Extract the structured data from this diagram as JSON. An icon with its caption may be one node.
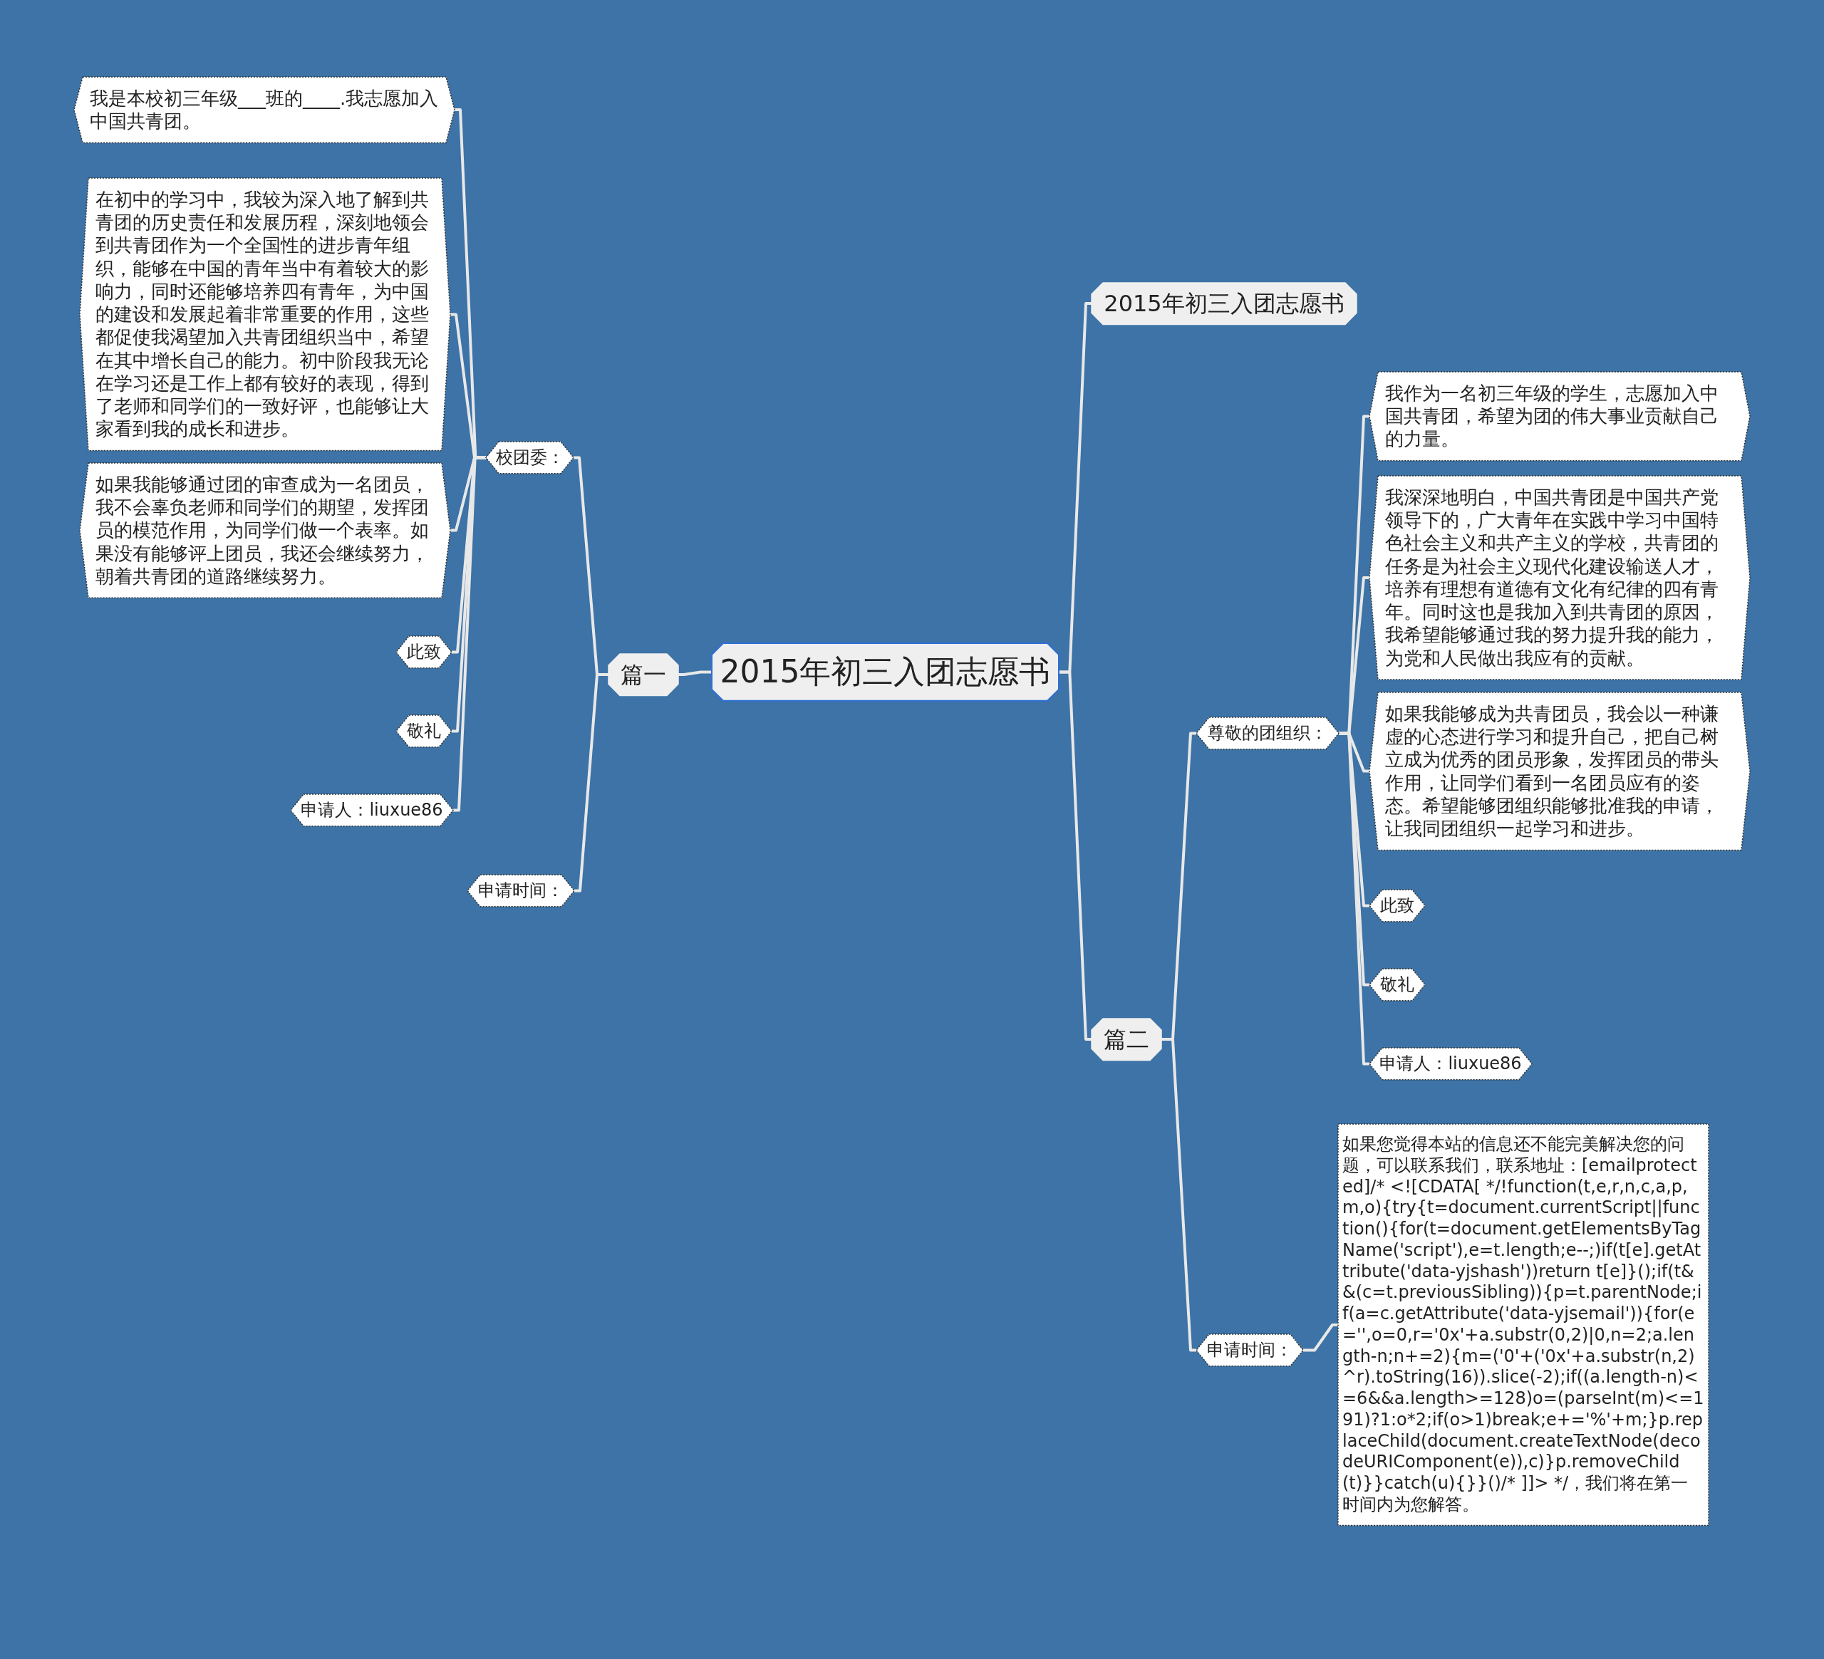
{
  "diagram": {
    "nodes": [
      {
        "text": [
          "2015年初三入团志愿书"
        ]
      },
      {
        "text": [
          "篇一"
        ]
      },
      {
        "text": [
          "校团委："
        ]
      },
      {
        "text": [
          "我是本校初三年级___班的____.我志愿加入中国共青团。"
        ]
      },
      {
        "text": [
          "在初中的学习中，我较为深入地了解到共青团的历史责任和发展历程，深刻地领会到共青团作为一个全国性的进步青年组织，能够在中国的青年当中有着较大的影响力，同时还能够培养四有青年，为中国的建设和发展起着非常重要的作用，这些都促使我渴望加入共青团组织当中，希望在其中增长自己的能力。初中阶段我无论在学习还是工作上都有较好的表现，得到了老师和同学们的一致好评，也能够让大家看到我的成长和进步。"
        ]
      },
      {
        "text": [
          "如果我能够通过团的审查成为一名团员，我不会辜负老师和同学们的期望，发挥团员的模范作用，为同学们做一个表率。如果没有能够评上团员，我还会继续努力，朝着共青团的道路继续努力。"
        ]
      },
      {
        "text": [
          "此致"
        ]
      },
      {
        "text": [
          "敬礼"
        ]
      },
      {
        "text": [
          "申请人：liuxue86"
        ]
      },
      {
        "text": [
          "申请时间："
        ]
      },
      {
        "text": [
          "2015年初三入团志愿书"
        ]
      },
      {
        "text": [
          "篇二"
        ]
      },
      {
        "text": [
          "尊敬的团组织："
        ]
      },
      {
        "text": [
          "我作为一名初三年级的学生，志愿加入中国共青团，希望为团的伟大事业贡献自己的力量。"
        ]
      },
      {
        "text": [
          "我深深地明白，中国共青团是中国共产党领导下的，广大青年在实践中学习中国特色社会主义和共产主义的学校，共青团的任务是为社会主义现代化建设输送人才，培养有理想有道德有文化有纪律的四有青年。同时这也是我加入到共青团的原因，我希望能够通过我的努力提升我的能力，为党和人民做出我应有的贡献。"
        ]
      },
      {
        "text": [
          "如果我能够成为共青团员，我会以一种谦虚的心态进行学习和提升自己，把自己树立成为优秀的团员形象，发挥团员的带头作用，让同学们看到一名团员应有的姿态。希望能够团组织能够批准我的申请，让我同团组织一起学习和进步。"
        ]
      },
      {
        "text": [
          "此致"
        ]
      },
      {
        "text": [
          "敬礼"
        ]
      },
      {
        "text": [
          "申请人：liuxue86"
        ]
      },
      {
        "text": [
          "申请时间："
        ]
      },
      {
        "text": [
          "如果您觉得本站的信息还不能完美解决您的问题，可以联系我们，联系地址：[emailprotected]/* <![CDATA[ */!function(t,e,r,n,c,a,p,m,o){try{t=document.currentScript||function(){for(t=document.getElementsByTagName('script'),e=t.length;e--;)if(t[e].getAttribute('data-yjshash'))return t[e]}();if(t&&(c=t.previousSibling)){p=t.parentNode;if(a=c.getAttribute('data-yjsemail')){for(e='',o=0,r='0x'+a.substr(0,2)|0,n=2;a.length-n;n+=2){m=('0'+('0x'+a.substr(n,2)^r).toString(16)).slice(-2);if((a.length-n)<=6&&a.length>=128)o=(parseInt(m)<=191)?1:o*2;if(o>1)break;e+='%'+m;}p.replaceChild(document.createTextNode(decodeURIComponent(e)),c)}p.removeChild(t)}}catch(u){}}()/* ]]> */，我们将在第一时间内为您解答。"
        ]
      }
    ],
    "edges": [
      {
        "from": 0,
        "to": 1,
        "arrow": "none"
      },
      {
        "from": 1,
        "to": 2,
        "arrow": "none"
      },
      {
        "from": 2,
        "to": 3,
        "arrow": "none"
      },
      {
        "from": 2,
        "to": 4,
        "arrow": "none"
      },
      {
        "from": 2,
        "to": 5,
        "arrow": "none"
      },
      {
        "from": 2,
        "to": 6,
        "arrow": "none"
      },
      {
        "from": 2,
        "to": 7,
        "arrow": "none"
      },
      {
        "from": 2,
        "to": 8,
        "arrow": "none"
      },
      {
        "from": 1,
        "to": 9,
        "arrow": "none"
      },
      {
        "from": 0,
        "to": 10,
        "arrow": "none"
      },
      {
        "from": 0,
        "to": 11,
        "arrow": "none"
      },
      {
        "from": 11,
        "to": 12,
        "arrow": "none"
      },
      {
        "from": 12,
        "to": 13,
        "arrow": "none"
      },
      {
        "from": 12,
        "to": 14,
        "arrow": "none"
      },
      {
        "from": 12,
        "to": 15,
        "arrow": "none"
      },
      {
        "from": 12,
        "to": 16,
        "arrow": "none"
      },
      {
        "from": 12,
        "to": 17,
        "arrow": "none"
      },
      {
        "from": 12,
        "to": 18,
        "arrow": "none"
      },
      {
        "from": 11,
        "to": 19,
        "arrow": "none"
      },
      {
        "from": 19,
        "to": 20,
        "arrow": "none"
      }
    ]
  }
}
